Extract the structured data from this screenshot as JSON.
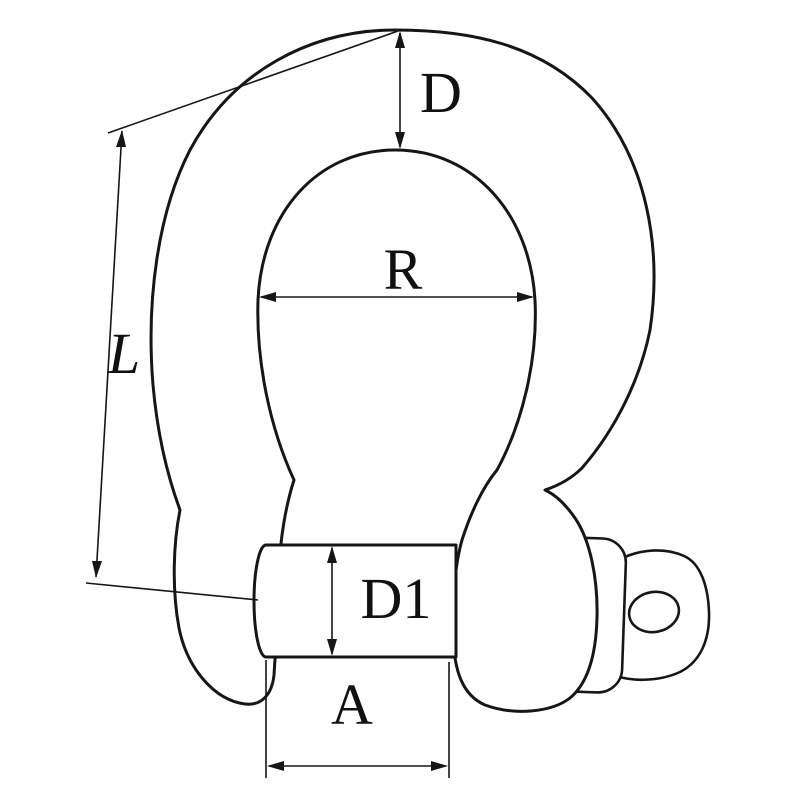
{
  "labels": {
    "bow_diameter": "D",
    "inner_width": "R",
    "inside_length": "L",
    "pin_diameter": "D1",
    "jaw_opening": "A"
  },
  "colors": {
    "background": "#ffffff",
    "line": "#161616"
  }
}
